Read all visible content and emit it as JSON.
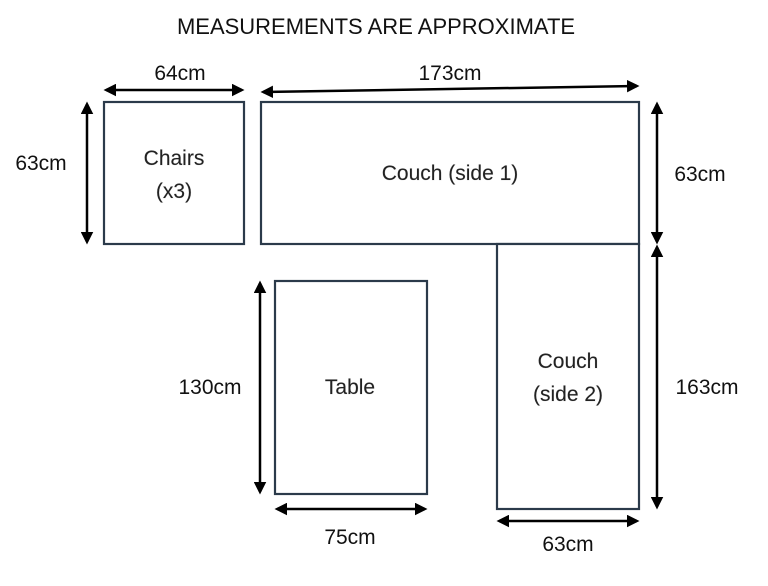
{
  "title": "MEASUREMENTS ARE APPROXIMATE",
  "boxes": {
    "chairs": {
      "line1": "Chairs",
      "line2": "(x3)"
    },
    "couch1": {
      "label": "Couch (side 1)"
    },
    "table": {
      "label": "Table"
    },
    "couch2": {
      "line1": "Couch",
      "line2": "(side 2)"
    }
  },
  "dimensions": {
    "chairs_width": "64cm",
    "chairs_height": "63cm",
    "couch1_width": "173cm",
    "couch1_height": "63cm",
    "table_height": "130cm",
    "table_width": "75cm",
    "couch2_height": "163cm",
    "couch2_width": "63cm"
  },
  "colors": {
    "box_stroke": "#2b3a4a",
    "arrow": "#000000",
    "text": "#111111"
  }
}
